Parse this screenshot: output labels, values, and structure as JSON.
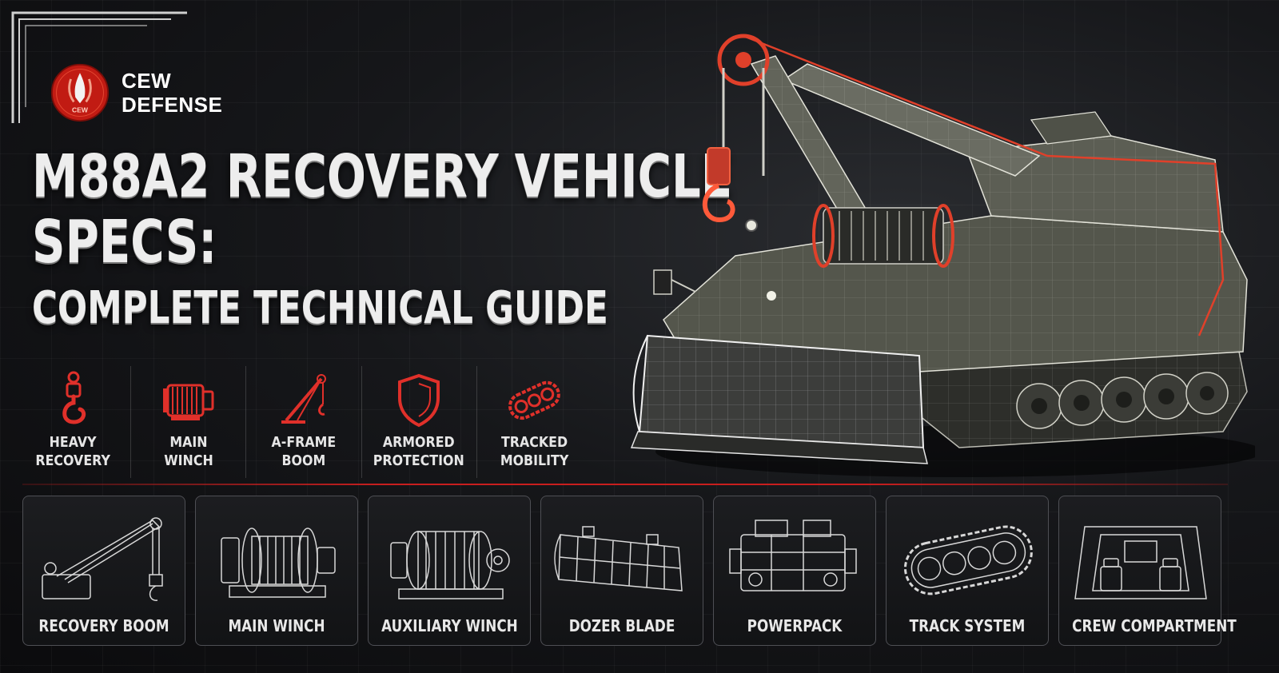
{
  "brand": {
    "line1": "CEW",
    "line2": "DEFENSE",
    "logo_text": "CEW"
  },
  "headline": {
    "line1": "M88A2 RECOVERY VEHICLE",
    "line2": "SPECS:",
    "line3": "COMPLETE TECHNICAL GUIDE"
  },
  "features": [
    {
      "icon": "hook-icon",
      "line1": "HEAVY",
      "line2": "RECOVERY"
    },
    {
      "icon": "winch-icon",
      "line1": "MAIN",
      "line2": "WINCH"
    },
    {
      "icon": "a-frame-boom-icon",
      "line1": "A-FRAME",
      "line2": "BOOM"
    },
    {
      "icon": "shield-icon",
      "line1": "ARMORED",
      "line2": "PROTECTION"
    },
    {
      "icon": "track-icon",
      "line1": "TRACKED",
      "line2": "MOBILITY"
    }
  ],
  "components": [
    {
      "icon": "recovery-boom-icon",
      "label": "RECOVERY BOOM"
    },
    {
      "icon": "main-winch-icon",
      "label": "MAIN WINCH"
    },
    {
      "icon": "auxiliary-winch-icon",
      "label": "AUXILIARY WINCH"
    },
    {
      "icon": "dozer-blade-icon",
      "label": "DOZER BLADE"
    },
    {
      "icon": "powerpack-icon",
      "label": "POWERPACK"
    },
    {
      "icon": "track-system-icon",
      "label": "TRACK SYSTEM"
    },
    {
      "icon": "crew-compartment-icon",
      "label": "CREW COMPARTMENT"
    }
  ],
  "colors": {
    "accent_red": "#d62a1f",
    "text": "#ededed",
    "background": "#111214"
  }
}
